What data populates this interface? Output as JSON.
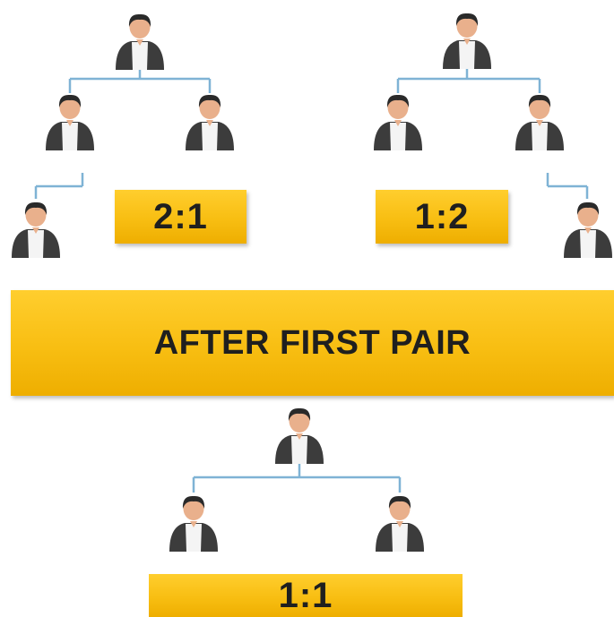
{
  "colors": {
    "connector": "#7fb3d5",
    "box": "#f8be12",
    "text": "#1f1f1f",
    "person_body": "#3c3c3c",
    "person_shirt": "#f4f4f4",
    "person_face": "#e9b08c",
    "person_hair": "#2a2a2a"
  },
  "labels": {
    "left_ratio": "2:1",
    "right_ratio": "1:2",
    "banner": "AFTER FIRST PAIR",
    "bottom_ratio": "1:1"
  }
}
